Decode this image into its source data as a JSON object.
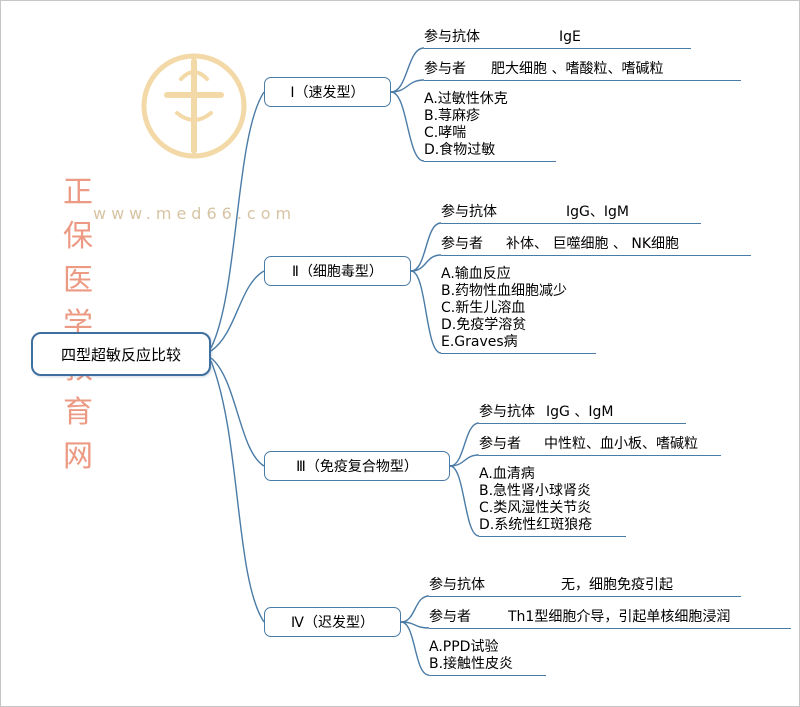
{
  "watermark": {
    "brand": "正保医学教育网",
    "url": "www.med66.com"
  },
  "root": {
    "label": "四型超敏反应比较"
  },
  "branches": [
    {
      "label": "Ⅰ（速发型）",
      "rows": [
        {
          "label": "参与抗体",
          "value": "IgE"
        },
        {
          "label": "参与者",
          "value": "肥大细胞 、嗜酸粒、嗜碱粒"
        }
      ],
      "examples": [
        "A.过敏性休克",
        "B.荨麻疹",
        "C.哮喘",
        "D.食物过敏"
      ]
    },
    {
      "label": "Ⅱ（细胞毒型）",
      "rows": [
        {
          "label": "参与抗体",
          "value": "IgG、IgM"
        },
        {
          "label": "参与者",
          "value": "补体、 巨噬细胞 、 NK细胞"
        }
      ],
      "examples": [
        "A.输血反应",
        "B.药物性血细胞减少",
        "C.新生儿溶血",
        "D.免疫学溶贫",
        "E.Graves病"
      ]
    },
    {
      "label": "Ⅲ（免疫复合物型）",
      "rows": [
        {
          "label": "参与抗体",
          "value": "IgG 、IgM"
        },
        {
          "label": "参与者",
          "value": "中性粒、血小板、嗜碱粒"
        }
      ],
      "examples": [
        "A.血清病",
        "B.急性肾小球肾炎",
        "C.类风湿性关节炎",
        "D.系统性红斑狼疮"
      ]
    },
    {
      "label": "Ⅳ（迟发型）",
      "rows": [
        {
          "label": "参与抗体",
          "value": "无，细胞免疫引起"
        },
        {
          "label": "参与者",
          "value": "Th1型细胞介导，引起单核细胞浸润"
        }
      ],
      "examples": [
        "A.PPD试验",
        "B.接触性皮炎"
      ]
    }
  ],
  "colors": {
    "line": "#4a7ba6",
    "brand_text": "#ec9a83",
    "logo": "#f3d9a7",
    "url_text": "#d7c4a4"
  }
}
